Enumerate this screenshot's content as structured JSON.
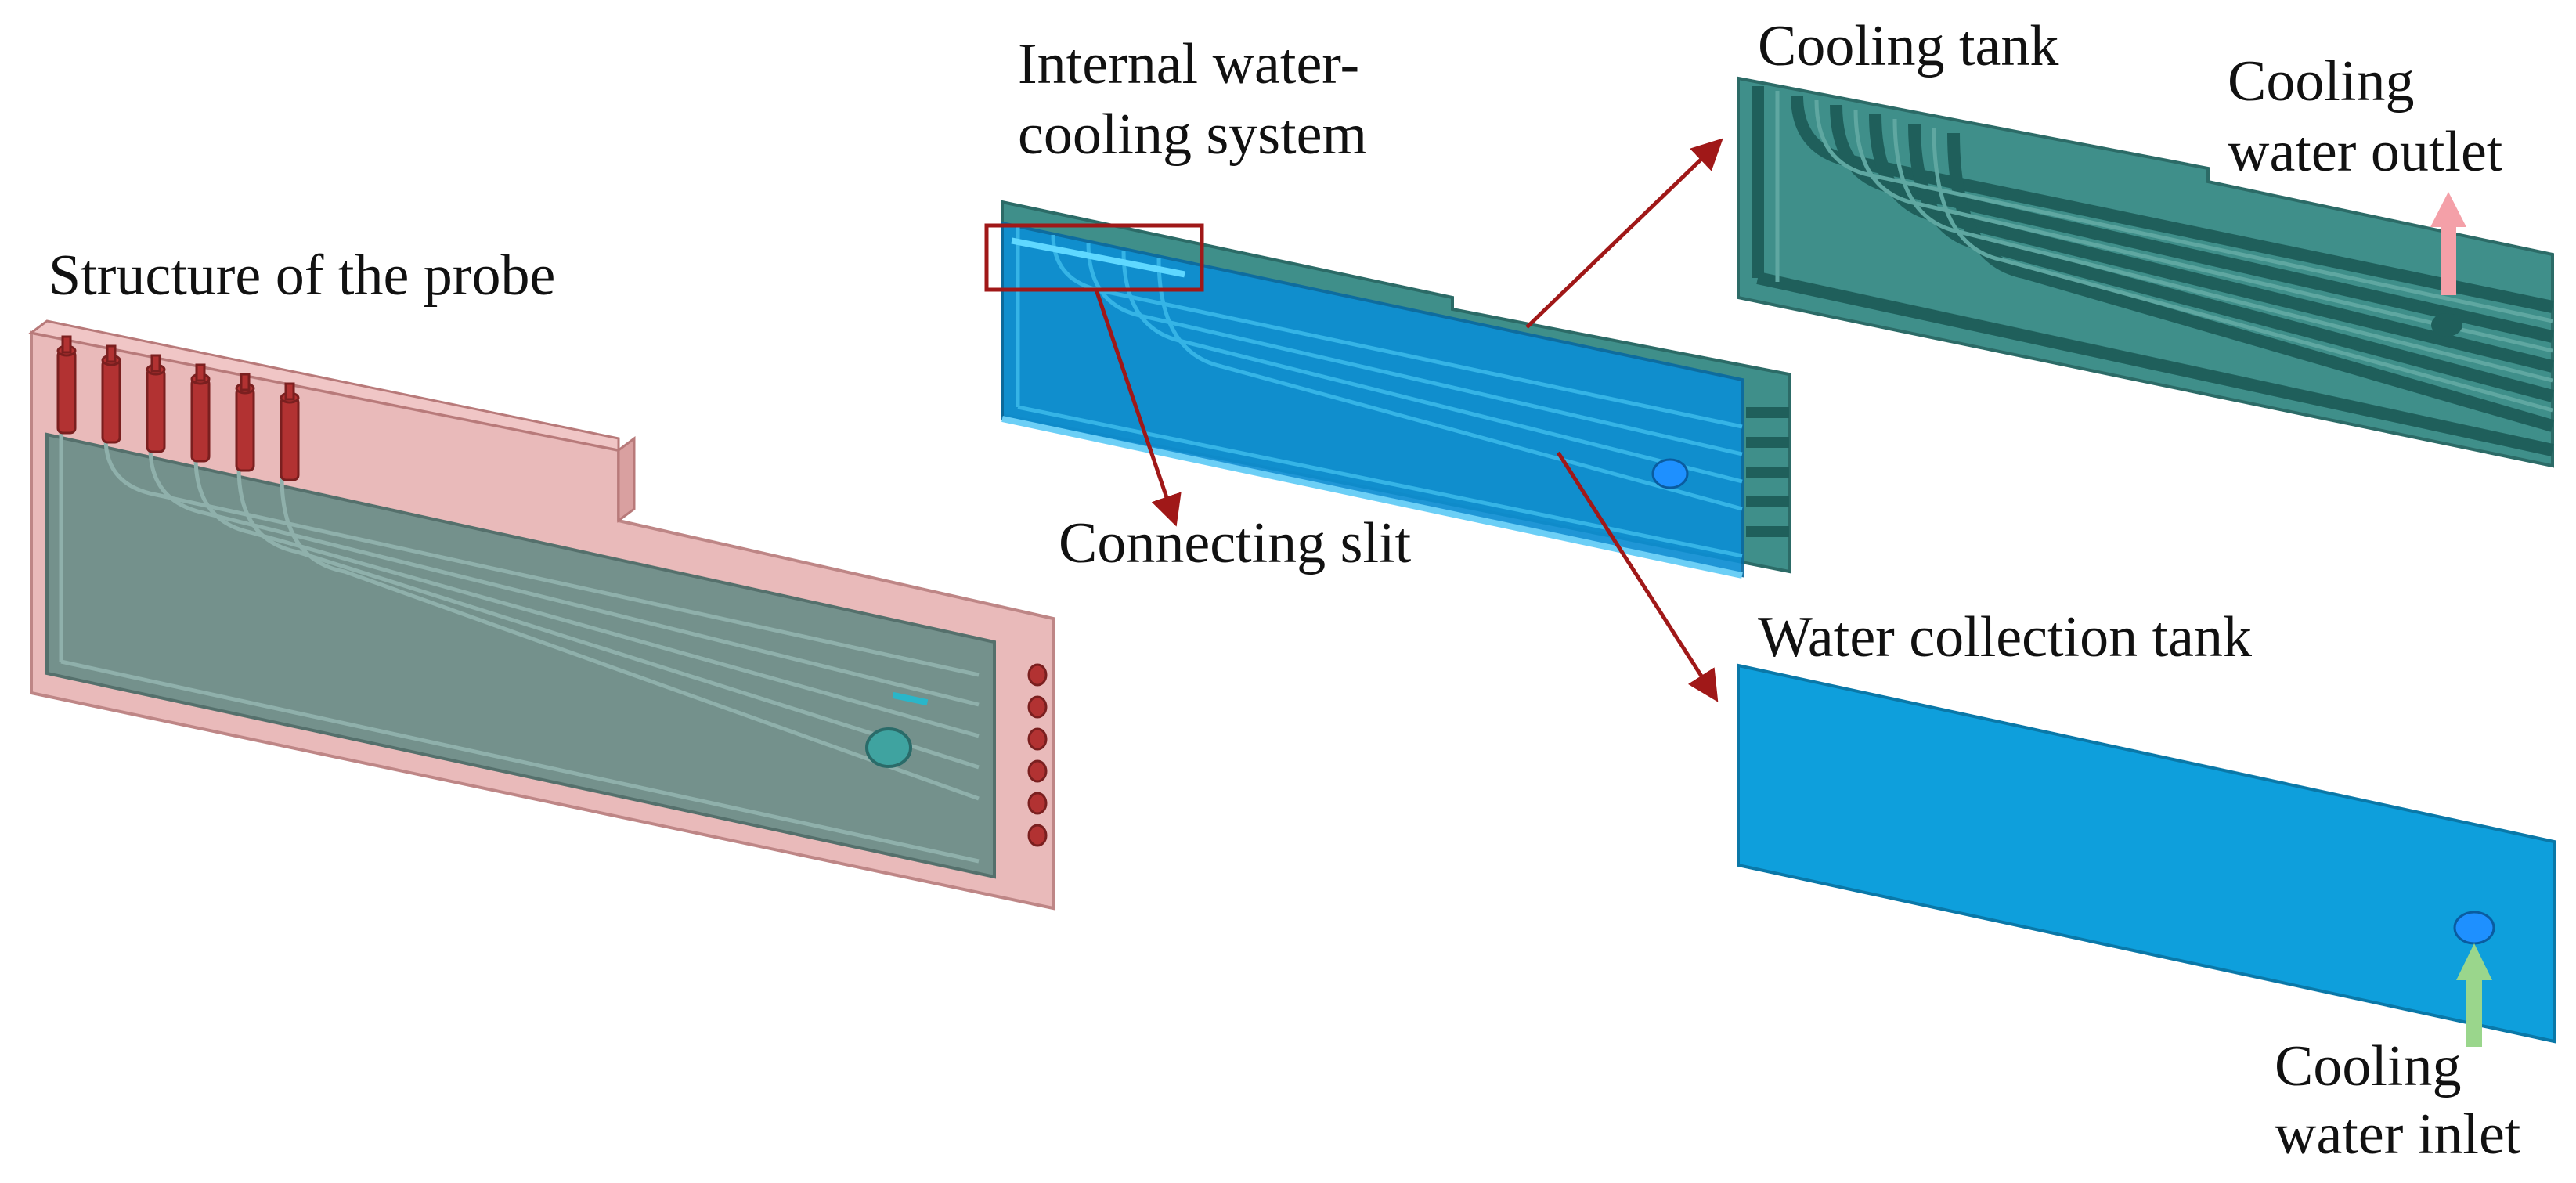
{
  "labels": {
    "structure_of_probe": "Structure of the probe",
    "internal_line1": "Internal water-",
    "internal_line2": "cooling system",
    "connecting_slit": "Connecting slit",
    "cooling_tank": "Cooling tank",
    "outlet_line1": "Cooling",
    "outlet_line2": "water outlet",
    "water_collection_tank": "Water collection tank",
    "inlet_line1": "Cooling",
    "inlet_line2": "water inlet"
  },
  "colors": {
    "probe_shell": "#d98c8c",
    "probe_tubes": "#b23232",
    "cooling_tank": "#3f8f8a",
    "cooling_tank_dark": "#1f5f5b",
    "water_collection_tank": "#0e9fdc",
    "arrow": "#a01818",
    "outlet_arrow": "#f4a0a8",
    "inlet_arrow": "#9ad68c"
  }
}
